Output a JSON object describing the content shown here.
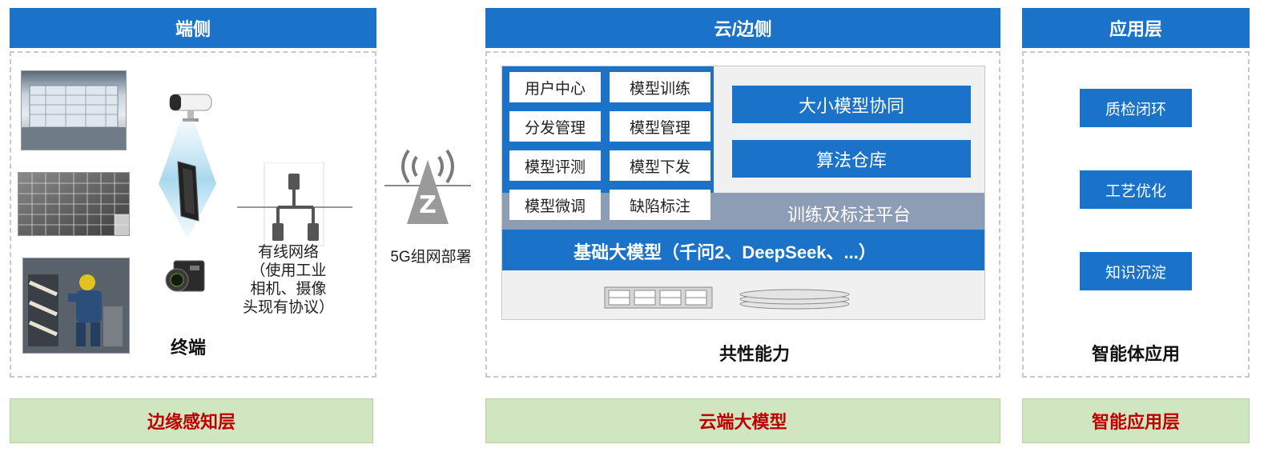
{
  "headers": {
    "edge": "端侧",
    "cloud": "云/边侧",
    "app": "应用层"
  },
  "edge": {
    "network_text": "有线网络\n（使用工业\n相机、摄像\n头现有协议）",
    "terminal_label": "终端"
  },
  "tower_label": "5G组网部署",
  "cloud": {
    "left_items": [
      "用户中心",
      "分发管理",
      "模型评测",
      "模型微调"
    ],
    "mid_items": [
      "模型训练",
      "模型管理",
      "模型下发",
      "缺陷标注"
    ],
    "right_items": [
      "大小模型协同",
      "算法仓库"
    ],
    "platform_label": "训练及标注平台",
    "foundation_label": "基础大模型（千问2、DeepSeek、...）",
    "caption": "共性能力"
  },
  "app": {
    "items": [
      "质检闭环",
      "工艺优化",
      "知识沉淀"
    ],
    "caption": "智能体应用"
  },
  "footers": {
    "edge": "边缘感知层",
    "cloud": "云端大模型",
    "app": "智能应用层"
  },
  "colors": {
    "header_blue": "#1a73c8",
    "platform_gray": "#8d9db5",
    "footer_green": "#cfe6c1",
    "footer_text_red": "#c00000"
  }
}
